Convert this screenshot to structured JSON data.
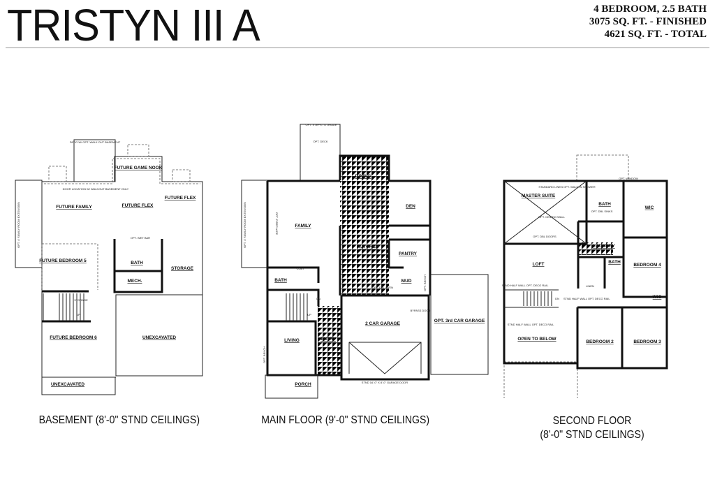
{
  "header": {
    "title": "TRISTYN III A",
    "specs": [
      "4 BEDROOM, 2.5 BATH",
      "3075 SQ. FT. - FINISHED",
      "4621 SQ. FT. - TOTAL"
    ]
  },
  "basement": {
    "caption": "BASEMENT (8'-0\" STND CEILINGS)",
    "rooms": {
      "patio": "PATIO W/ OPT. WALK OUT BASEMENT",
      "game_nook": "FUTURE GAME NOOK",
      "door_note": "DOOR LOCATION W/ WALKOUT BASEMENT ONLY",
      "family": "FUTURE FAMILY",
      "flex": "FUTURE FLEX",
      "flex2": "FUTURE FLEX",
      "wet_bar": "OPT. WET BAR",
      "bath": "BATH",
      "bedroom5": "FUTURE BEDROOM 5",
      "storage": "STORAGE",
      "mech": "MECH.",
      "stair_storage": "STORAGE",
      "up": "UP",
      "unexcavated": "UNEXCAVATED",
      "bedroom6": "FUTURE BEDROOM 6",
      "unexcavated2": "UNEXCAVATED",
      "extension": "OPT. 4' FAMILY ROOM EXTENSION"
    }
  },
  "main_floor": {
    "caption": "MAIN FLOOR (9'-0\" STND CEILINGS)",
    "rooms": {
      "steps": "OPT. STEPS TO GRADE",
      "deck": "OPT. DECK",
      "dining": "DINING",
      "den": "DEN",
      "family": "FAMILY",
      "fireplace": "OPT. FIREPLACE",
      "kitchen": "KITCHEN",
      "pantry": "PANTRY",
      "coat": "COAT",
      "bath": "BATH",
      "mud": "MUD",
      "bench": "OPT. BENCH",
      "oven": "OPT. DBL OVEN",
      "dn": "DN",
      "up": "UP",
      "garage": "2 CAR GARAGE",
      "garage3": "OPT. 3rd CAR GARAGE",
      "living": "LIVING",
      "entry": "ENTRY",
      "porch": "PORCH",
      "garage_door": "STND 16'-0\" X 8'-0\" GARAGE DOOR",
      "bench2": "OPT. BENCH",
      "extension": "OPT. 4' FAMILY ROOM EXTENSION",
      "bypass_door": "BYPASS DOOR"
    }
  },
  "second_floor": {
    "caption_line1": "SECOND FLOOR",
    "caption_line2": "(8'-0\" STND CEILINGS)",
    "rooms": {
      "window": "OPT. WINDOW",
      "master": "MASTER SUITE",
      "linen_note": "STANDARD LINEN OPT. WALK-IN SHOWER",
      "bath": "BATH",
      "wic": "WIC",
      "sinks": "OPT. DBL SINKS",
      "ceiling": "OPT. CEILING WALL",
      "dbl_doors": "OPT. DBL DOORS",
      "laundry": "LAUNDRY",
      "loft": "LOFT",
      "bath2": "BATH",
      "bedroom4": "BEDROOM 4",
      "half_wall": "STND HALF WALL OPT. DECO RAIL",
      "half_wall2": "STND HALF WALL OPT. DECO RAIL",
      "half_wall3": "STND HALF WALL OPT. DECO RAIL",
      "dn": "DN",
      "wic2": "WIC",
      "linen": "LINEN",
      "open_below": "OPEN TO BELOW",
      "bedroom2": "BEDROOM 2",
      "bedroom3": "BEDROOM 3"
    }
  }
}
